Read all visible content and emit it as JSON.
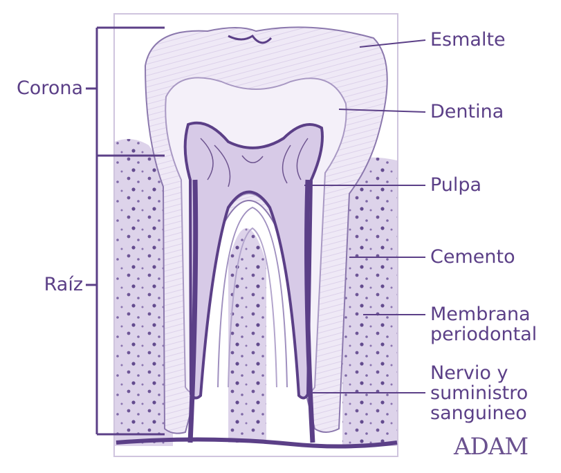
{
  "labels": {
    "left": {
      "crown": "Corona",
      "root": "Raíz"
    },
    "right": {
      "enamel": "Esmalte",
      "dentin": "Dentina",
      "pulp": "Pulpa",
      "cementum": "Cemento",
      "periodontal_line1": "Membrana",
      "periodontal_line2": "periodontal",
      "nerve_line1": "Nervio y",
      "nerve_line2": "suministro",
      "nerve_line3": "sanguineo"
    }
  },
  "logo": "ADAM",
  "colors": {
    "ink": "#5b3f87",
    "bone": "#ddd3ea",
    "tooth": "#f1ecf7",
    "pulp": "#d3c5e5",
    "canal": "#7d62a4"
  }
}
